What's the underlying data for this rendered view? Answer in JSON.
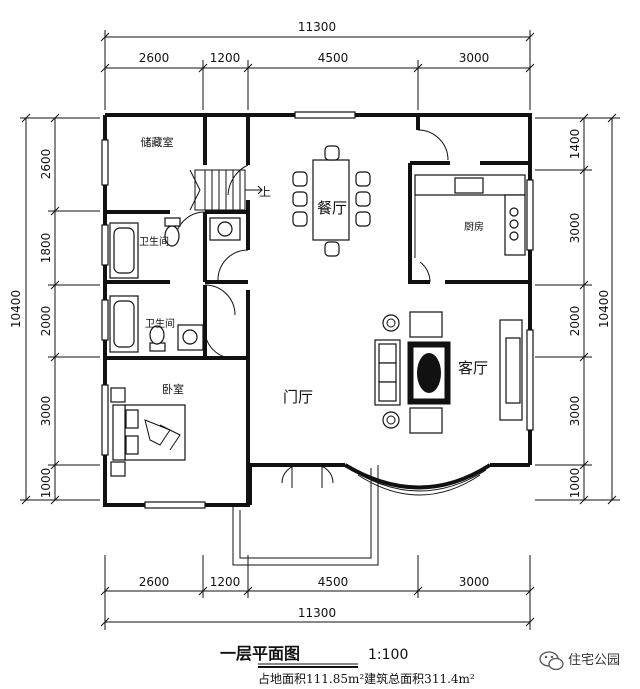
{
  "dimensions": {
    "total_width": "11300",
    "top_segments": [
      "2600",
      "1200",
      "4500",
      "3000"
    ],
    "bottom_segments": [
      "2600",
      "1200",
      "4500",
      "3000"
    ],
    "total_depth": "10400",
    "left_segments": [
      "2600",
      "1800",
      "2000",
      "3000",
      "1000"
    ],
    "right_segments": [
      "1400",
      "3000",
      "2000",
      "3000",
      "1000"
    ]
  },
  "rooms": {
    "storage": "储藏室",
    "dining": "餐厅",
    "stairs_up": "上",
    "kitchen": "厨房",
    "bathroom_1": "卫生间",
    "bathroom_2": "卫生间",
    "living": "客厅",
    "bedroom": "卧室",
    "foyer": "门厅"
  },
  "footer": {
    "title": "一层平面图",
    "scale": "1:100",
    "area_note": "占地面积111.85m²建筑总面积311.4m²"
  },
  "watermark": {
    "icon": "wechat-icon",
    "text": "住宅公园"
  }
}
